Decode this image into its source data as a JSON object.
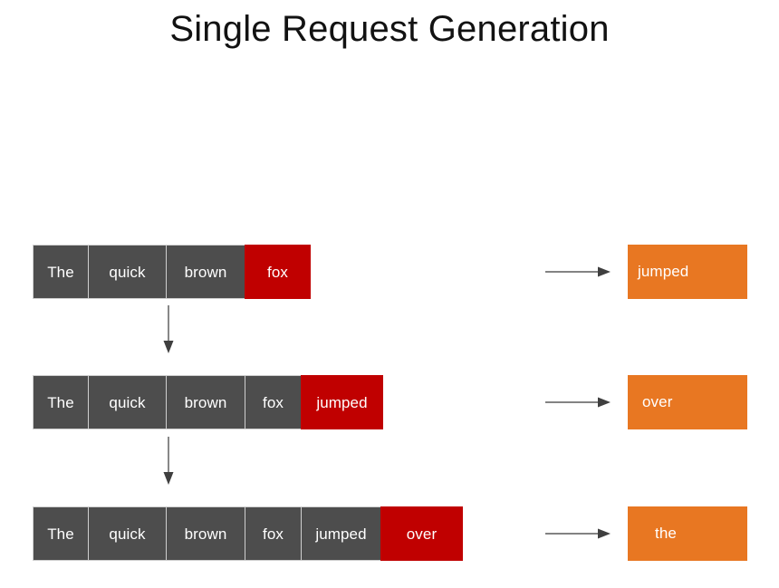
{
  "title": "Single Request Generation",
  "colors": {
    "background": "#ffffff",
    "title_text": "#121212",
    "context_token": "#4d4d4d",
    "predicted_token": "#c00000",
    "output_box": "#e87722",
    "token_text": "#ffffff",
    "token_border": "#cfcfcf",
    "arrow": "#4d4d4d"
  },
  "diagram": {
    "steps": [
      {
        "step": 1,
        "tokens": [
          {
            "text": "The",
            "role": "context"
          },
          {
            "text": "quick",
            "role": "context"
          },
          {
            "text": "brown",
            "role": "context"
          },
          {
            "text": "fox",
            "role": "predicted"
          }
        ],
        "arrow": "right-arrow-icon",
        "output": "jumped"
      },
      {
        "step": 2,
        "tokens": [
          {
            "text": "The",
            "role": "context"
          },
          {
            "text": "quick",
            "role": "context"
          },
          {
            "text": "brown",
            "role": "context"
          },
          {
            "text": "fox",
            "role": "context"
          },
          {
            "text": "jumped",
            "role": "predicted"
          }
        ],
        "arrow": "right-arrow-icon",
        "output": "over"
      },
      {
        "step": 3,
        "tokens": [
          {
            "text": "The",
            "role": "context"
          },
          {
            "text": "quick",
            "role": "context"
          },
          {
            "text": "brown",
            "role": "context"
          },
          {
            "text": "fox",
            "role": "context"
          },
          {
            "text": "jumped",
            "role": "context"
          },
          {
            "text": "over",
            "role": "predicted"
          }
        ],
        "arrow": "right-arrow-icon",
        "output": "the"
      }
    ],
    "flow_arrows": [
      {
        "from_step": 1,
        "to_step": 2,
        "icon": "down-arrow-icon"
      },
      {
        "from_step": 2,
        "to_step": 3,
        "icon": "down-arrow-icon"
      }
    ]
  }
}
